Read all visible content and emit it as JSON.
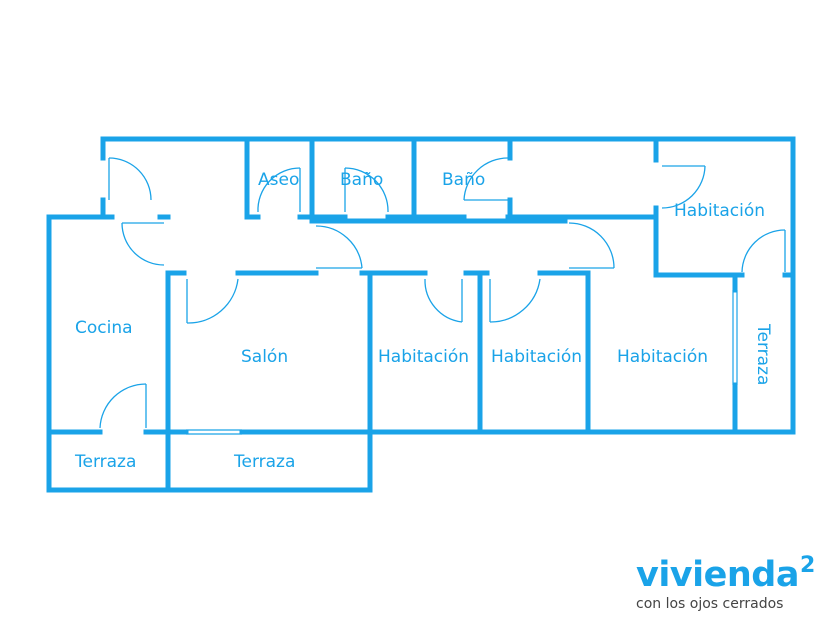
{
  "colors": {
    "wall": "#1aa3e8",
    "fixture": "#1aa3e8",
    "background": "#ffffff",
    "tagline": "#444444"
  },
  "rooms": {
    "aseo": "Aseo",
    "bano_1": "Baño",
    "bano_2": "Baño",
    "habitacion_top_right": "Habitación",
    "cocina": "Cocina",
    "salon": "Salón",
    "habitacion_1": "Habitación",
    "habitacion_2": "Habitación",
    "habitacion_3": "Habitación",
    "terraza_side": "Terraza",
    "terraza_left": "Terraza",
    "terraza_center": "Terraza"
  },
  "brand": {
    "name": "vivienda",
    "superscript": "2",
    "tagline": "con los ojos cerrados"
  }
}
